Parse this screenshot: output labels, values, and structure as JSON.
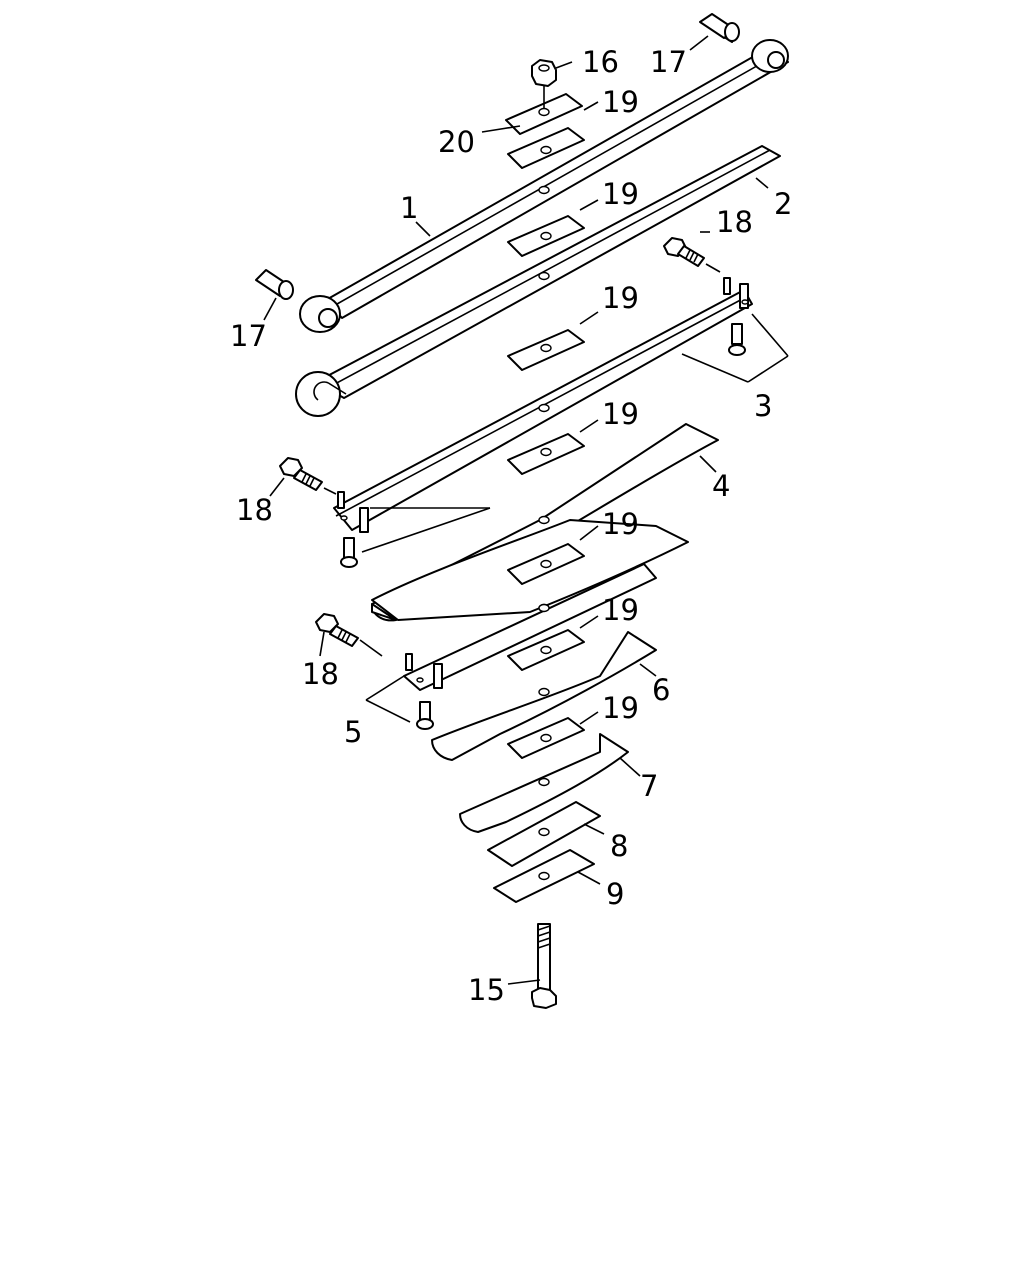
{
  "callouts": {
    "c1": "1",
    "c2": "2",
    "c3": "3",
    "c4": "4",
    "c5": "5",
    "c6": "6",
    "c7": "7",
    "c8": "8",
    "c9": "9",
    "c15": "15",
    "c16": "16",
    "c17": "17",
    "c18": "18",
    "c19": "19",
    "c20": "20"
  }
}
